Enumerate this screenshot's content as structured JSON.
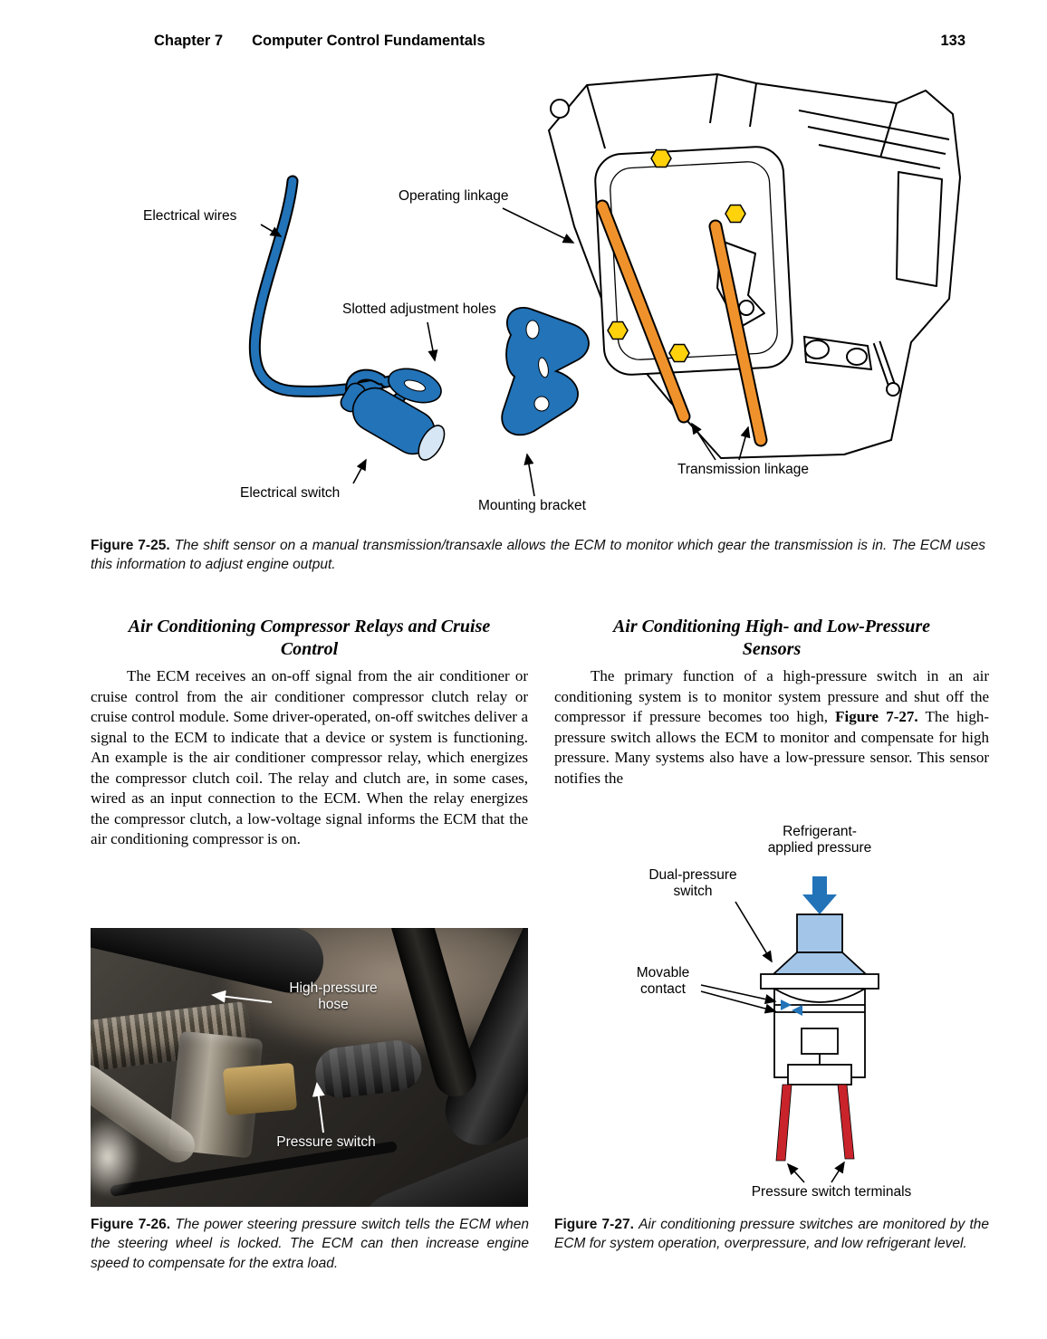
{
  "colors": {
    "part_blue": "#2273b8",
    "light_blue": "#a3c6e8",
    "linkage_orange": "#f0922b",
    "bolt_yellow": "#ffd20c",
    "terminal_red": "#c9242b"
  },
  "header": {
    "chapter": "Chapter 7",
    "title": "Computer Control Fundamentals",
    "page_number": "133"
  },
  "figure25": {
    "labels": {
      "electrical_wires": "Electrical wires",
      "operating_linkage": "Operating linkage",
      "slotted_adjustment_holes": "Slotted adjustment holes",
      "electrical_switch": "Electrical switch",
      "mounting_bracket": "Mounting bracket",
      "transmission_linkage": "Transmission linkage"
    },
    "caption_label": "Figure 7-25.",
    "caption_text": "The shift sensor on a manual transmission/transaxle allows the ECM to monitor which gear the transmission is in. The ECM uses this information to adjust engine output."
  },
  "left_column": {
    "heading": "Air Conditioning Compressor Relays and Cruise\nControl",
    "body": "The ECM receives an on-off signal from the air conditioner or cruise control from the air conditioner compressor clutch relay or cruise control module. Some driver-operated, on-off switches deliver a signal to the ECM to indicate that a device or system is functioning. An example is the air conditioner compressor relay, which energizes the compressor clutch coil. The relay and clutch are, in some cases, wired as an input connection to the ECM. When the relay energizes the compressor clutch, a low-voltage signal informs the ECM that the air conditioning compressor is on."
  },
  "right_column": {
    "heading": "Air Conditioning High- and Low-Pressure\nSensors",
    "body_p1": "The primary function of a high-pressure switch in an air conditioning system is to monitor system pressure and shut off the compressor if pressure becomes too high, ",
    "body_figref": "Figure 7-27.",
    "body_p2": " The high-pressure switch allows the ECM to monitor and compensate for high pressure. Many systems also have a low-pressure sensor. This sensor notifies the"
  },
  "figure26": {
    "labels": {
      "high_pressure_hose": "High-pressure\nhose",
      "pressure_switch": "Pressure switch"
    },
    "caption_label": "Figure 7-26.",
    "caption_text": "The power steering pressure switch tells the ECM when the steering wheel is locked. The ECM can then increase engine speed to compensate for the extra load."
  },
  "figure27": {
    "labels": {
      "refrigerant_applied_pressure": "Refrigerant-\napplied pressure",
      "dual_pressure_switch": "Dual-pressure\nswitch",
      "movable_contact": "Movable\ncontact",
      "pressure_switch_terminals": "Pressure switch terminals"
    },
    "caption_label": "Figure 7-27.",
    "caption_text": "Air conditioning pressure switches are monitored by the ECM for system operation, overpressure, and low refrigerant level."
  }
}
